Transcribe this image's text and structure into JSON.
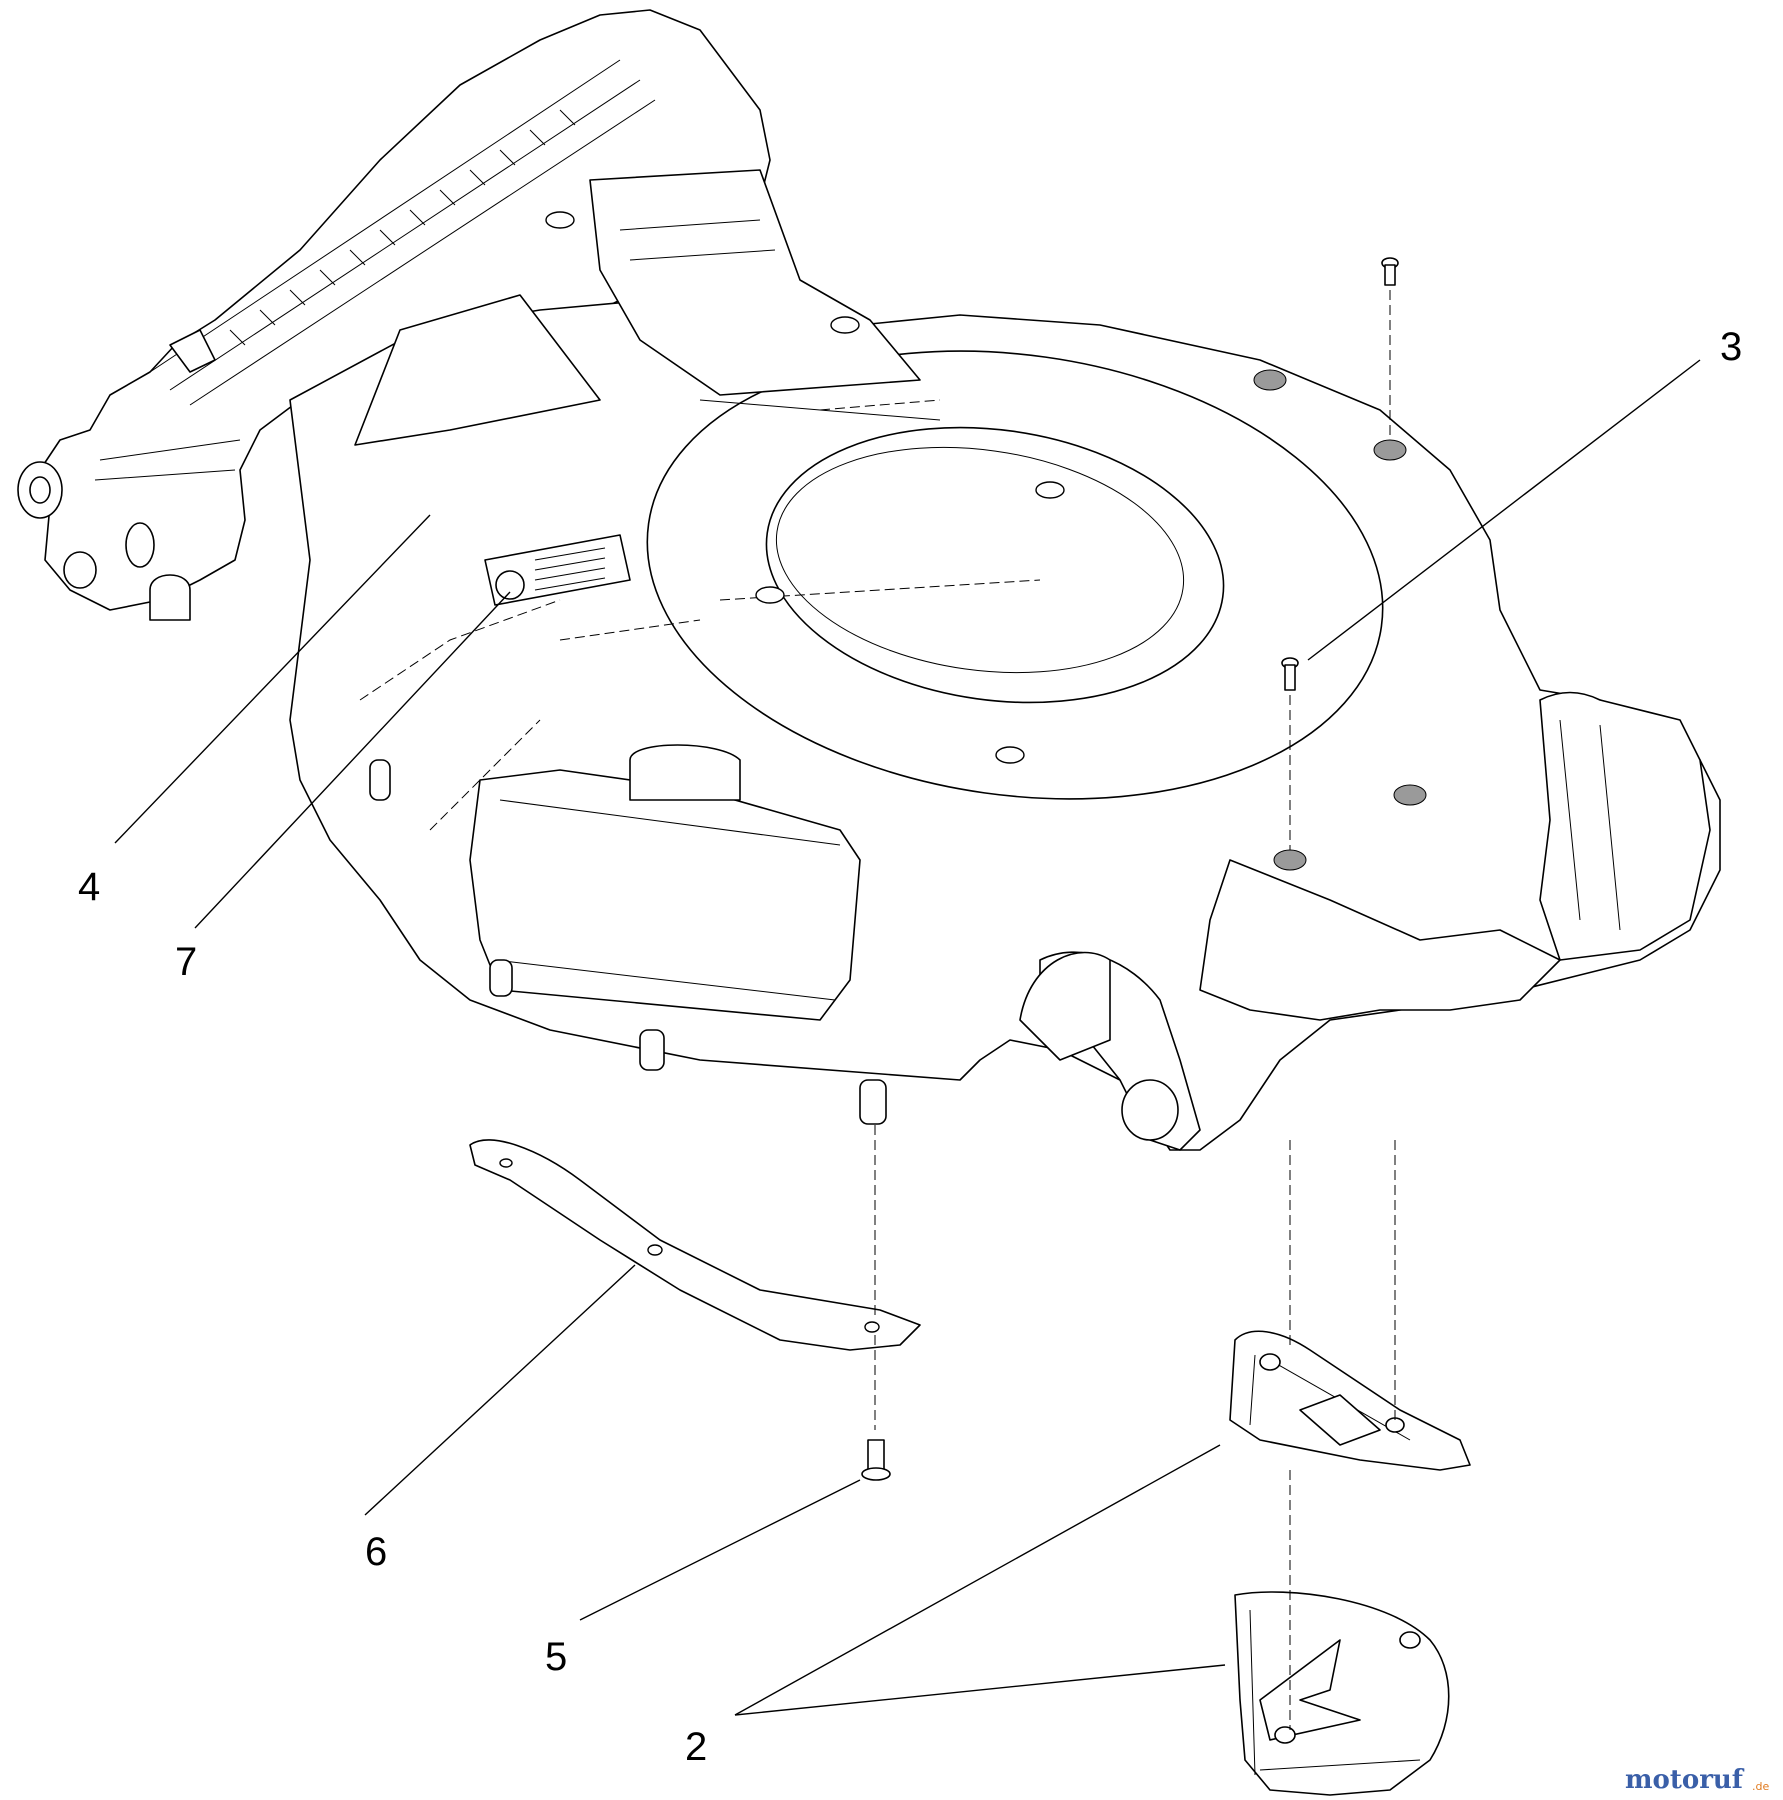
{
  "callouts": {
    "c2": "2",
    "c3": "3",
    "c4": "4",
    "c5": "5",
    "c6": "6",
    "c7": "7"
  },
  "watermark": {
    "brand": "motoruf",
    "suffix": ".de",
    "brand_color": "#3a5fa8",
    "accent_color": "#e07a1f"
  }
}
